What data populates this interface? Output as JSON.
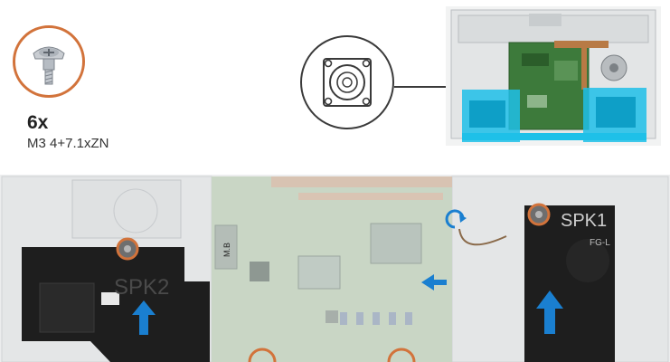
{
  "screw": {
    "quantity": "6x",
    "specification": "M3 4+7.1xZN",
    "icon": "screw-icon"
  },
  "speaker_symbol": {
    "icon": "speaker-icon"
  },
  "detail": {
    "left_speaker_label": "SPK2",
    "right_speaker_label": "SPK1",
    "right_speaker_sublabel": "FG-L",
    "board_marking": "M.B"
  },
  "colors": {
    "callout_ring": "#d2733b",
    "highlight": "#1ec0e8",
    "arrow": "#1a7fd0",
    "speaker_body": "#1e1e1e"
  }
}
